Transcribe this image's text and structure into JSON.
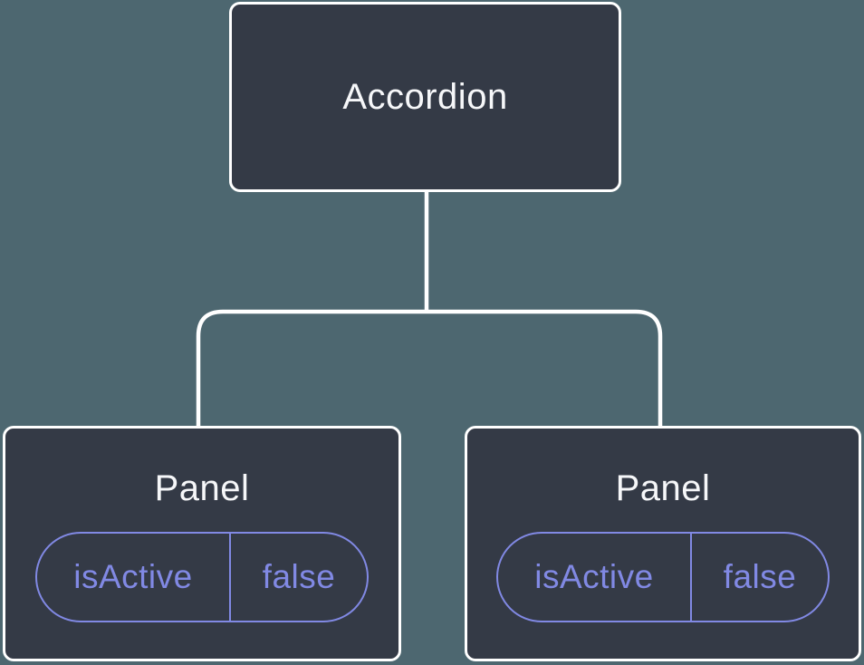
{
  "diagram": {
    "type": "component-tree",
    "colors": {
      "background": "#4D6770",
      "node_fill": "#343A46",
      "node_border": "#FFFFFF",
      "connector": "#FFFFFF",
      "title_text": "#F6F7F9",
      "state_accent": "#8189E4"
    },
    "root": {
      "label": "Accordion"
    },
    "children": [
      {
        "label": "Panel",
        "state": {
          "name": "isActive",
          "value": "false"
        }
      },
      {
        "label": "Panel",
        "state": {
          "name": "isActive",
          "value": "false"
        }
      }
    ]
  }
}
